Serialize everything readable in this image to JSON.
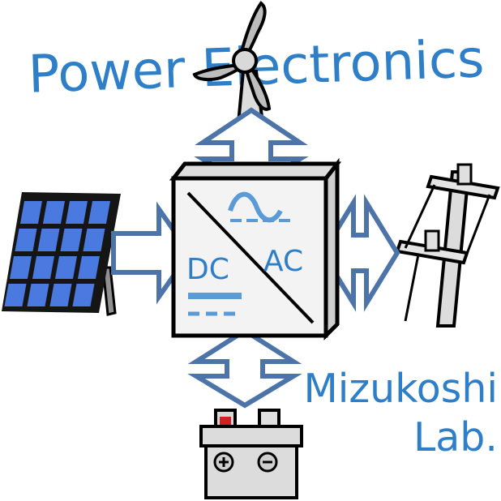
{
  "title": "Power Electronics",
  "converter": {
    "dc_label": "DC",
    "ac_label": "AC"
  },
  "lab": {
    "line1": "Mizukoshi",
    "line2": "Lab."
  },
  "colors": {
    "text_blue": "#2f7fc8",
    "arrow_fill": "#ffffff",
    "arrow_stroke": "#4d74a8",
    "box_face": "#f3f3f3",
    "box_side": "#cfcfcf",
    "panel_cell": "#4a7ae0",
    "symbol_blue": "#5b9bd5"
  },
  "icons": [
    "wind-turbine-icon",
    "solar-panel-icon",
    "utility-pole-icon",
    "battery-icon",
    "converter-box-icon"
  ]
}
